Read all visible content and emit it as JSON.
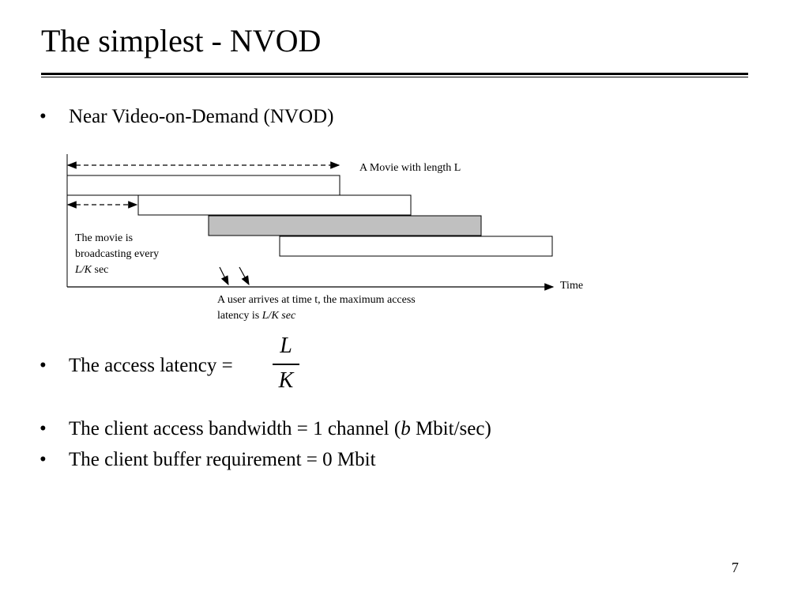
{
  "slide": {
    "title": "The simplest - NVOD",
    "page_number": "7"
  },
  "bullets": {
    "b1": "Near Video-on-Demand (NVOD)",
    "b2_prefix": "The access latency =",
    "b2_num": "L",
    "b2_den": "K",
    "b3_prefix": "The client access bandwidth = 1 channel (",
    "b3_var": "b",
    "b3_suffix": " Mbit/sec)",
    "b4": "The client buffer requirement = 0 Mbit",
    "marker": "•"
  },
  "diagram": {
    "movie_label": "A Movie with length L",
    "time_label": "Time",
    "broadcast_note": {
      "line1": "The movie is",
      "line2": "broadcasting every",
      "var": "L/K",
      "unit": " sec"
    },
    "user_note": {
      "line1": "A user arrives at time t, the maximum access",
      "line2_prefix": "latency is ",
      "var": "L/K sec"
    },
    "colors": {
      "highlight_bar": "#c0c0c0",
      "bar_fill": "#ffffff",
      "stroke": "#000000"
    }
  }
}
